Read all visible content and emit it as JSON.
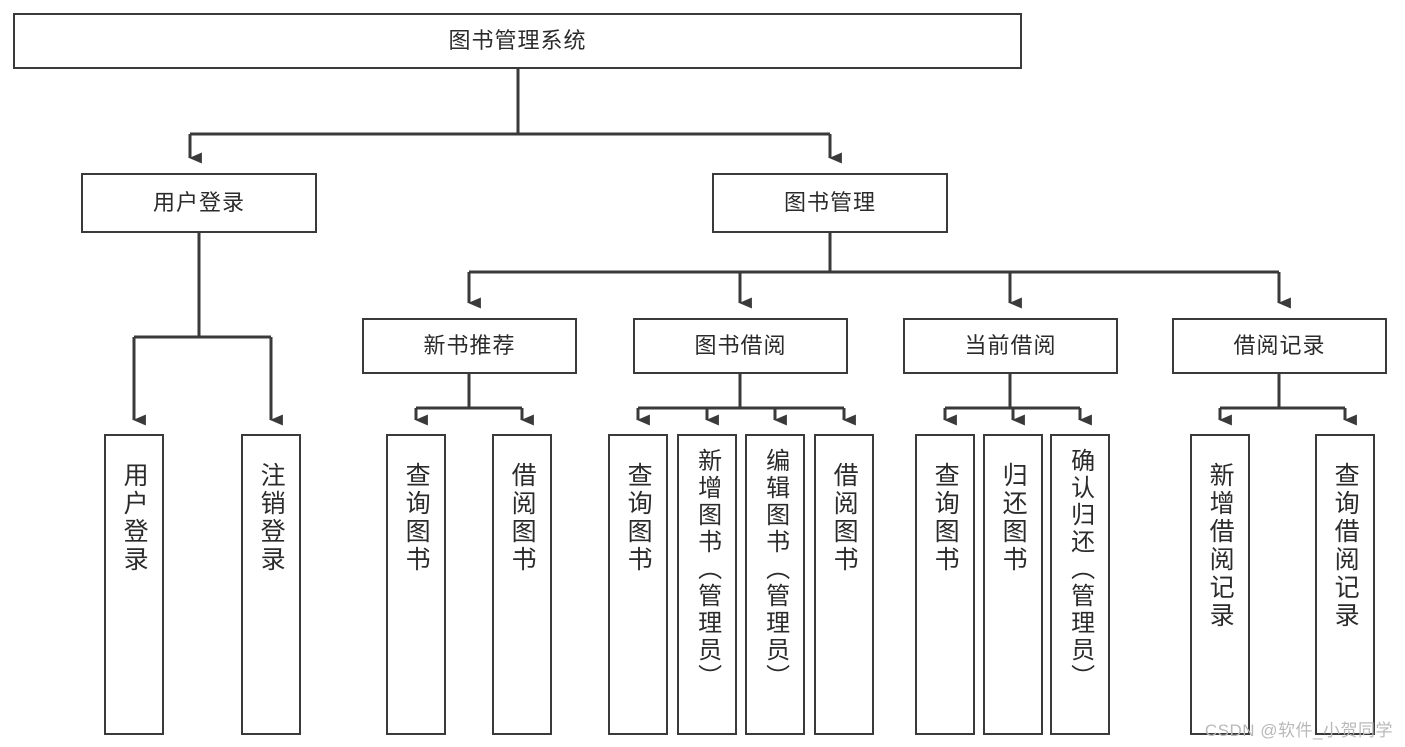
{
  "diagram": {
    "title": "图书管理系统",
    "type": "hierarchy-tree",
    "style": {
      "box_border_color": "#3a3a3a",
      "box_fill_color": "#ffffff",
      "edge_color": "#3a3a3a",
      "text_color": "#2b2b2b",
      "background": "#ffffff"
    },
    "root": {
      "id": "root",
      "label": "图书管理系统"
    },
    "level2": [
      {
        "id": "user-login",
        "label": "用户登录"
      },
      {
        "id": "book-manage",
        "label": "图书管理"
      }
    ],
    "level3": [
      {
        "id": "new-book-recommend",
        "label": "新书推荐",
        "parent": "book-manage"
      },
      {
        "id": "book-borrow",
        "label": "图书借阅",
        "parent": "book-manage"
      },
      {
        "id": "current-borrow",
        "label": "当前借阅",
        "parent": "book-manage"
      },
      {
        "id": "borrow-record",
        "label": "借阅记录",
        "parent": "book-manage"
      }
    ],
    "leaves": [
      {
        "id": "leaf-user-login",
        "label": "用户登录",
        "parent": "user-login"
      },
      {
        "id": "leaf-logout-login",
        "label": "注销登录",
        "parent": "user-login"
      },
      {
        "id": "leaf-query-book-1",
        "label": "查询图书",
        "parent": "new-book-recommend"
      },
      {
        "id": "leaf-borrow-book-1",
        "label": "借阅图书",
        "parent": "new-book-recommend"
      },
      {
        "id": "leaf-query-book-2",
        "label": "查询图书",
        "parent": "book-borrow"
      },
      {
        "id": "leaf-add-book",
        "label": "新增图书（管理员）",
        "parent": "book-borrow"
      },
      {
        "id": "leaf-edit-book",
        "label": "编辑图书（管理员）",
        "parent": "book-borrow"
      },
      {
        "id": "leaf-borrow-book-2",
        "label": "借阅图书",
        "parent": "book-borrow"
      },
      {
        "id": "leaf-query-book-3",
        "label": "查询图书",
        "parent": "current-borrow"
      },
      {
        "id": "leaf-return-book",
        "label": "归还图书",
        "parent": "current-borrow"
      },
      {
        "id": "leaf-confirm-return",
        "label": "确认归还（管理员）",
        "parent": "current-borrow"
      },
      {
        "id": "leaf-add-record",
        "label": "新增借阅记录",
        "parent": "borrow-record"
      },
      {
        "id": "leaf-query-record",
        "label": "查询借阅记录",
        "parent": "borrow-record"
      }
    ]
  },
  "watermark": {
    "text": "CSDN @软件_小贺同学"
  }
}
